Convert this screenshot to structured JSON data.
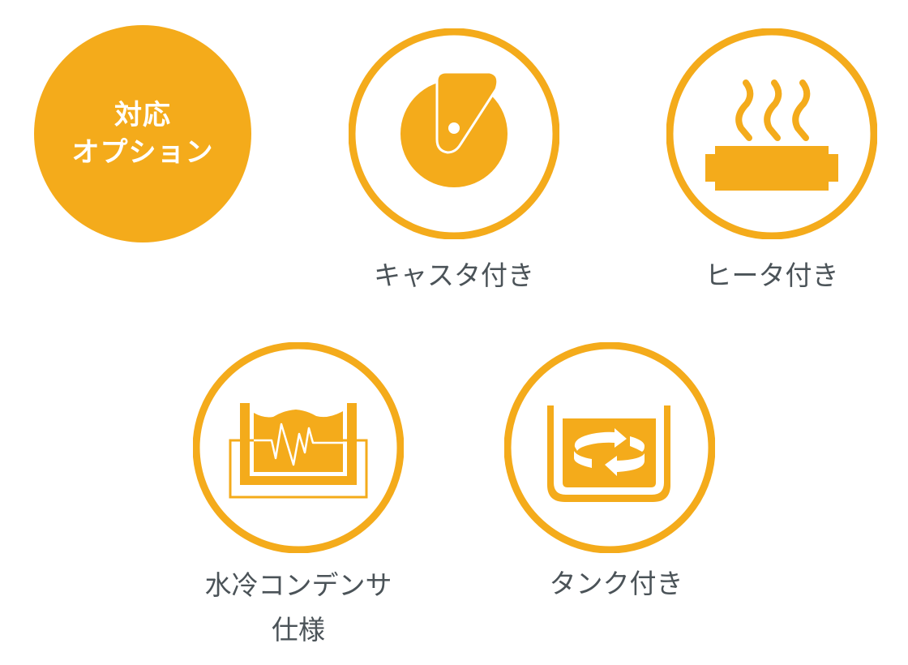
{
  "heading": {
    "line1": "対応",
    "line2": "オプション"
  },
  "accent_color": "#F4AB1B",
  "options": [
    {
      "label": "キャスタ付き",
      "icon": "caster-icon"
    },
    {
      "label": "ヒータ付き",
      "icon": "heater-icon"
    },
    {
      "label_line1": "水冷コンデンサ",
      "label_line2": "仕様",
      "icon": "water-cooled-condenser-icon"
    },
    {
      "label": "タンク付き",
      "icon": "tank-icon"
    }
  ]
}
